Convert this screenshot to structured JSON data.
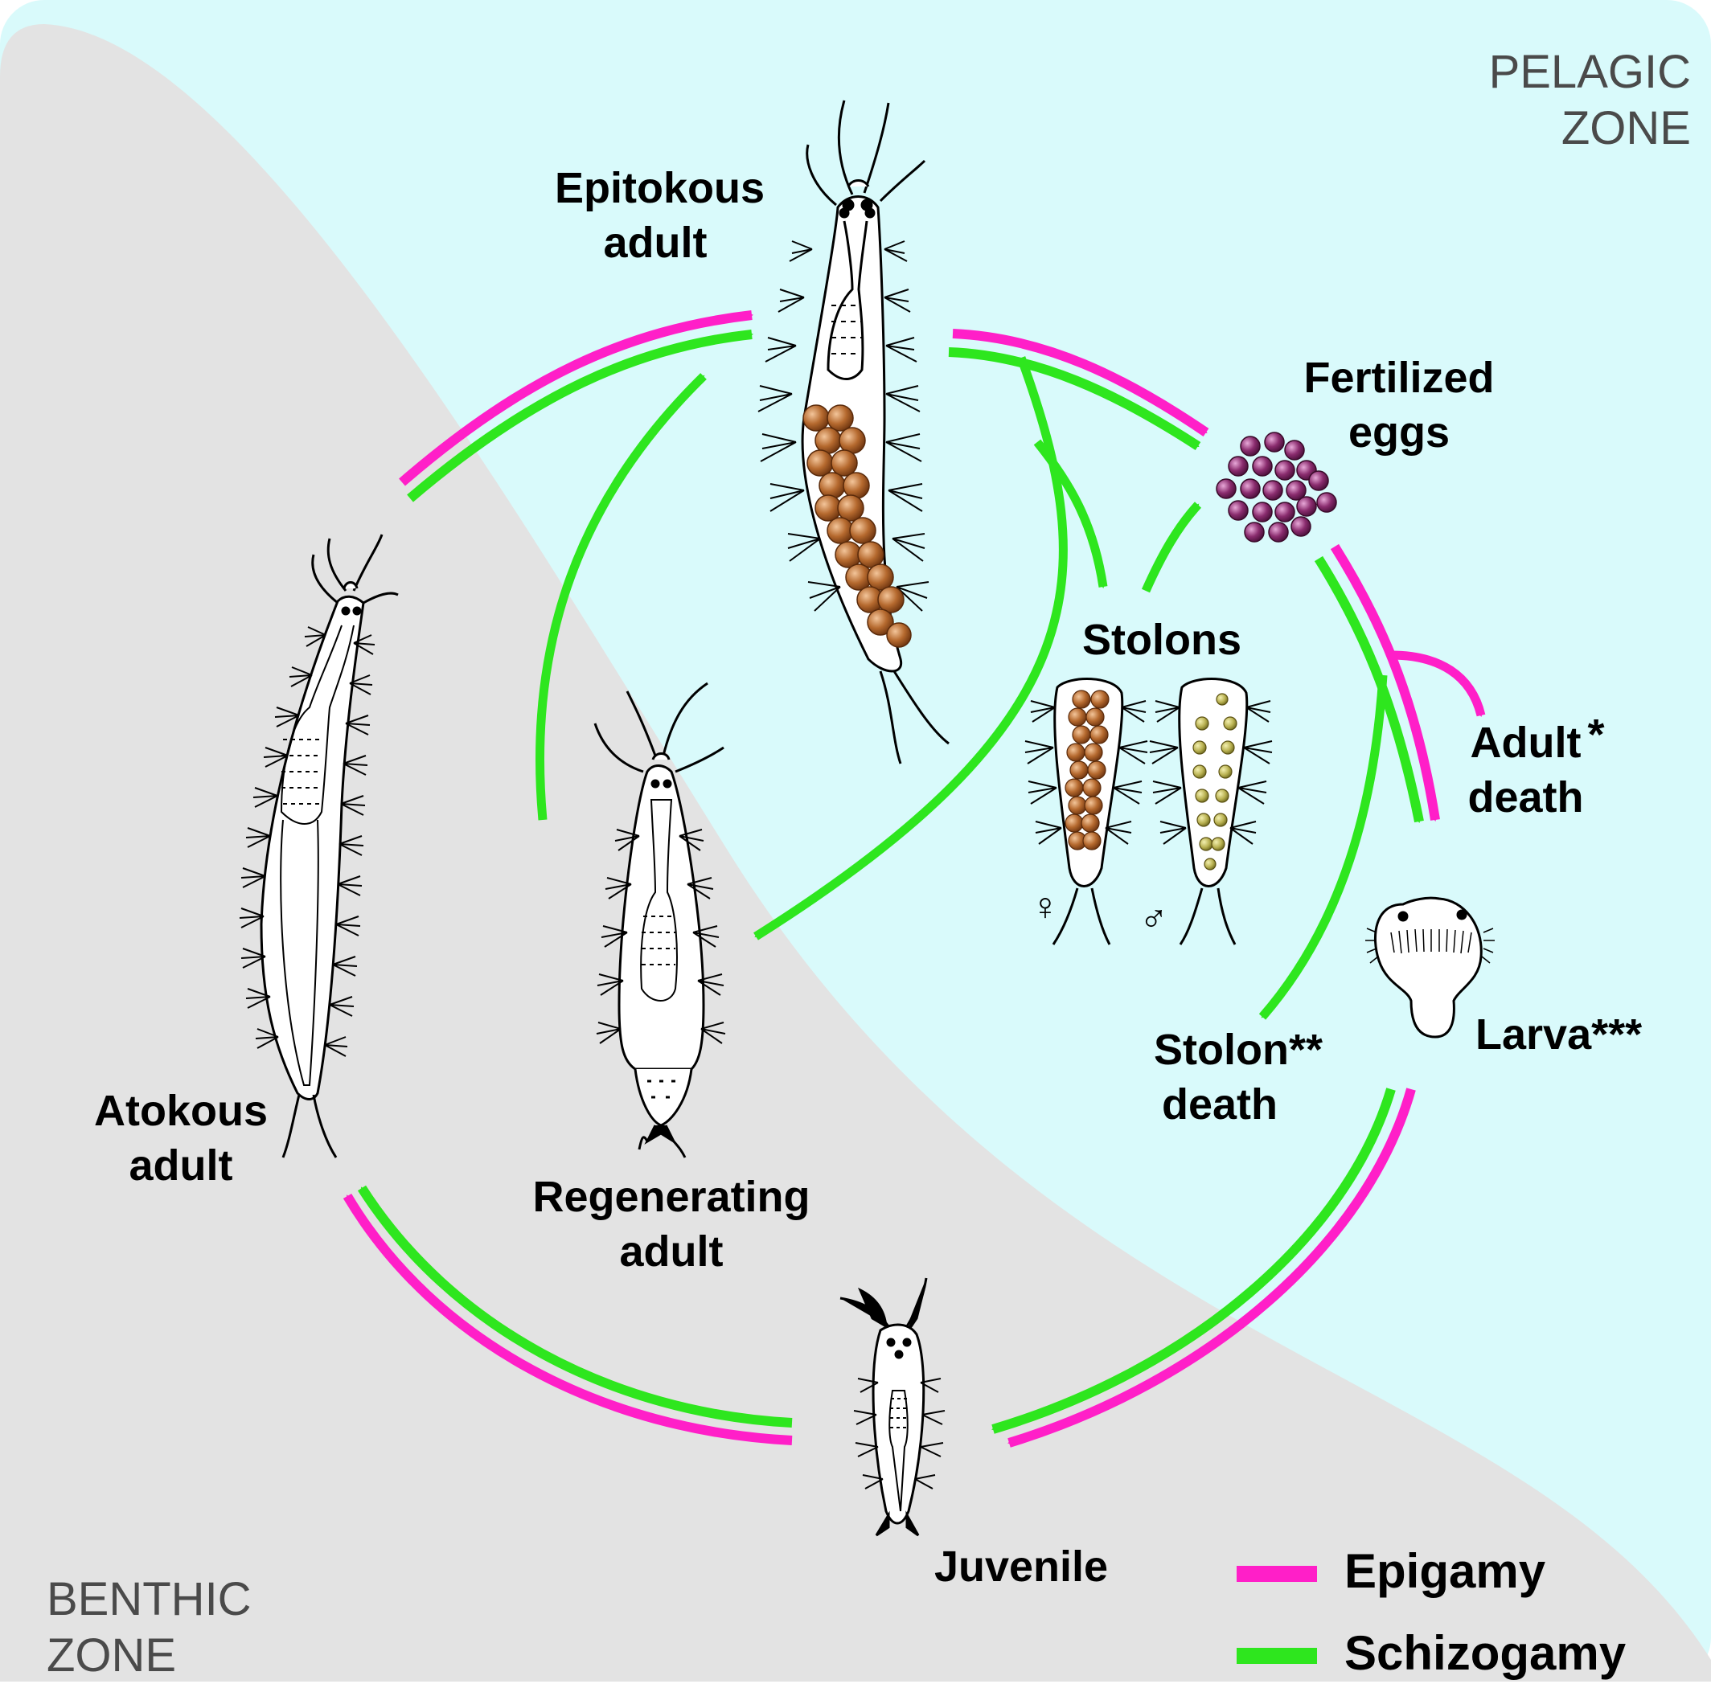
{
  "zones": {
    "pelagic": [
      "PELAGIC",
      "ZONE"
    ],
    "benthic": [
      "BENTHIC",
      "ZONE"
    ]
  },
  "stages": {
    "epitokous": [
      "Epitokous",
      "adult"
    ],
    "fertilized": [
      "Fertilized",
      "eggs"
    ],
    "stolons": "Stolons",
    "adult_death": [
      "Adult",
      "death"
    ],
    "adult_death_mark": "*",
    "larva": "Larva***",
    "stolon_death": [
      "Stolon**",
      "death"
    ],
    "juvenile": "Juvenile",
    "regenerating": [
      "Regenerating",
      "adult"
    ],
    "atokous": [
      "Atokous",
      "adult"
    ]
  },
  "sex_symbols": {
    "female": "♀",
    "male": "♂"
  },
  "legend": [
    {
      "label": "Epigamy",
      "color": "#ff1fc8"
    },
    {
      "label": "Schizogamy",
      "color": "#2ee61e"
    }
  ],
  "colors": {
    "pelagic_bg": "#d9fafb",
    "benthic_bg": "#e3e3e3",
    "eggs_brown": "#b5692e",
    "eggs_purple": "#8a2c6e",
    "male_gametes": "#c8c864"
  }
}
